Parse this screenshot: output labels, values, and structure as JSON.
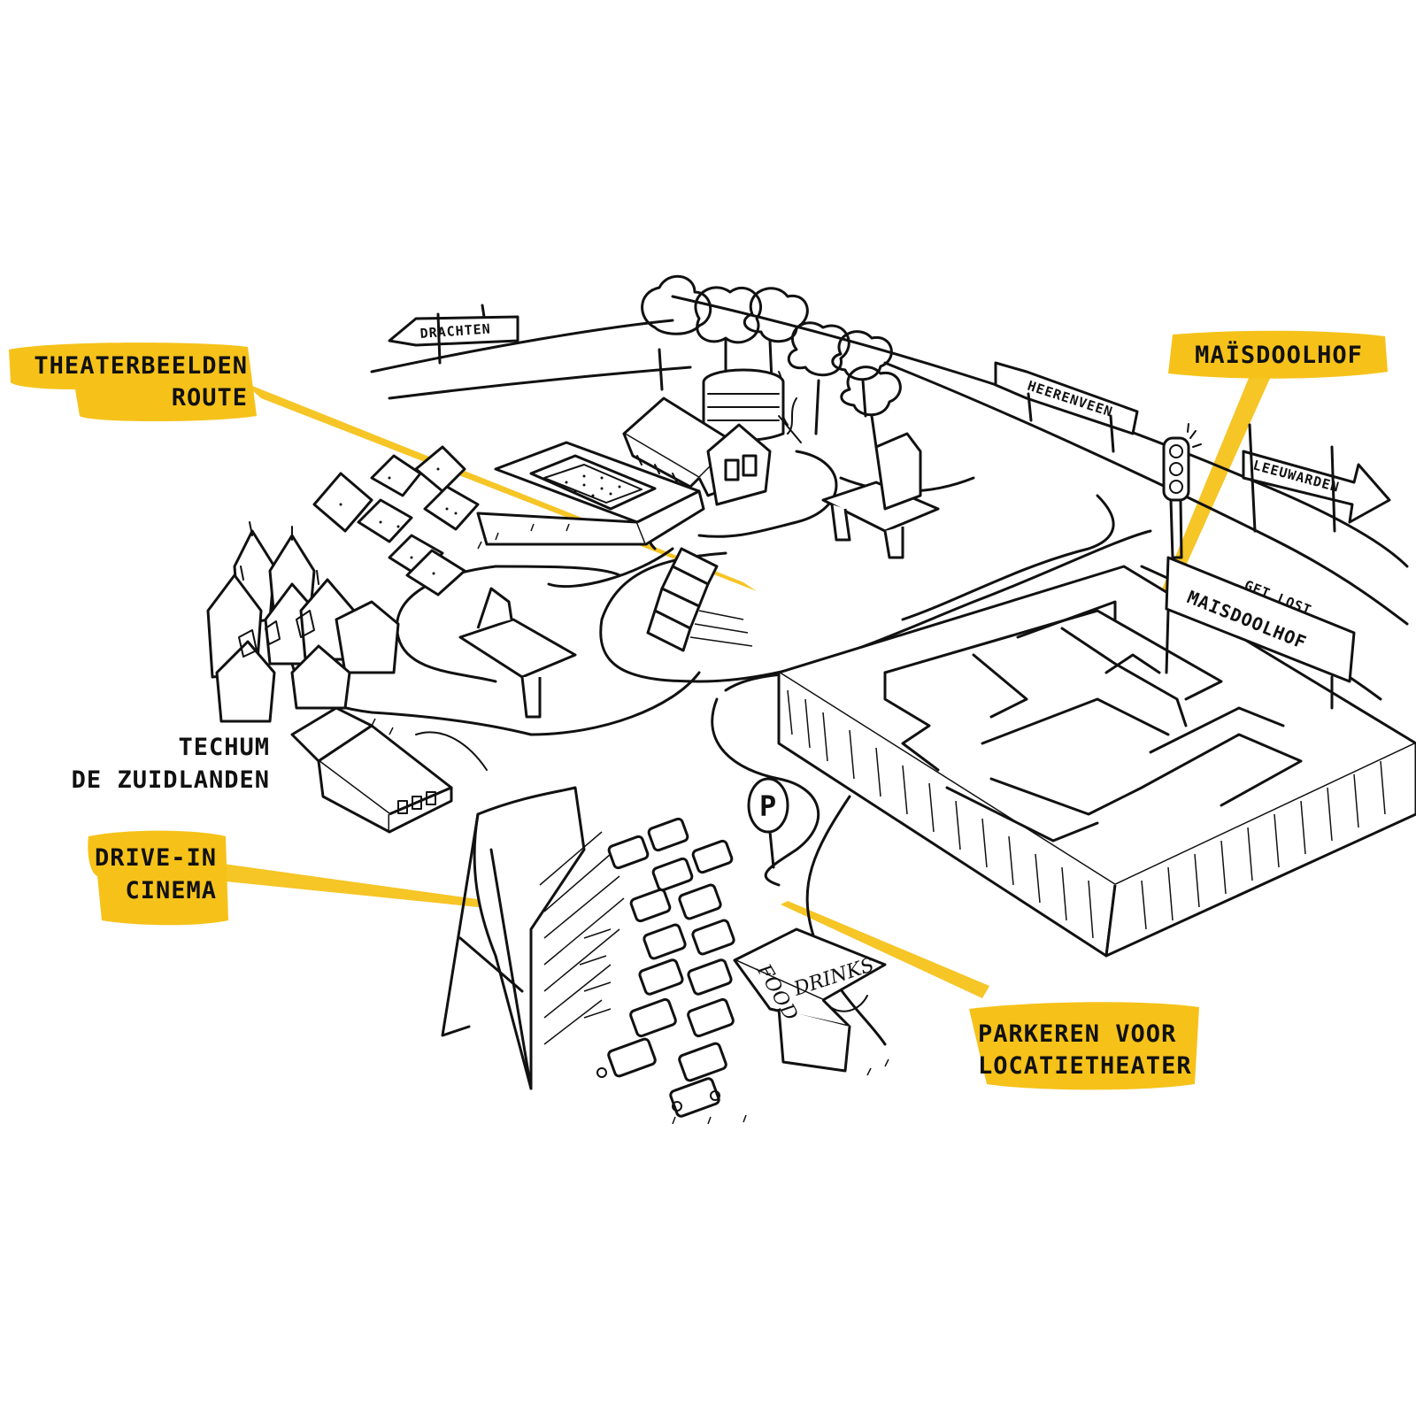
{
  "callouts": {
    "theaterbeelden": [
      "THEATERBEELDEN",
      "ROUTE"
    ],
    "maisdoolhof": "MAÏSDOOLHOF",
    "techum": [
      "TECHUM",
      "DE ZUIDLANDEN"
    ],
    "drive_in": [
      "DRIVE-IN",
      "CINEMA"
    ],
    "parkeren": [
      "PARKEREN VOOR",
      "LOCATIETHEATER"
    ]
  },
  "signs": {
    "drachten": "DRACHTEN",
    "heerenveen": "HEERENVEEN",
    "leeuwarden": "LEEUWARDEN",
    "maze_sign_top": "GET LOST",
    "maze_sign_bottom": "MAISDOOLHOF",
    "parking": "P",
    "food": "FOOD",
    "drinks": "DRINKS"
  },
  "colors": {
    "highlight": "#f6c21a",
    "ink": "#111111",
    "background": "#ffffff"
  }
}
